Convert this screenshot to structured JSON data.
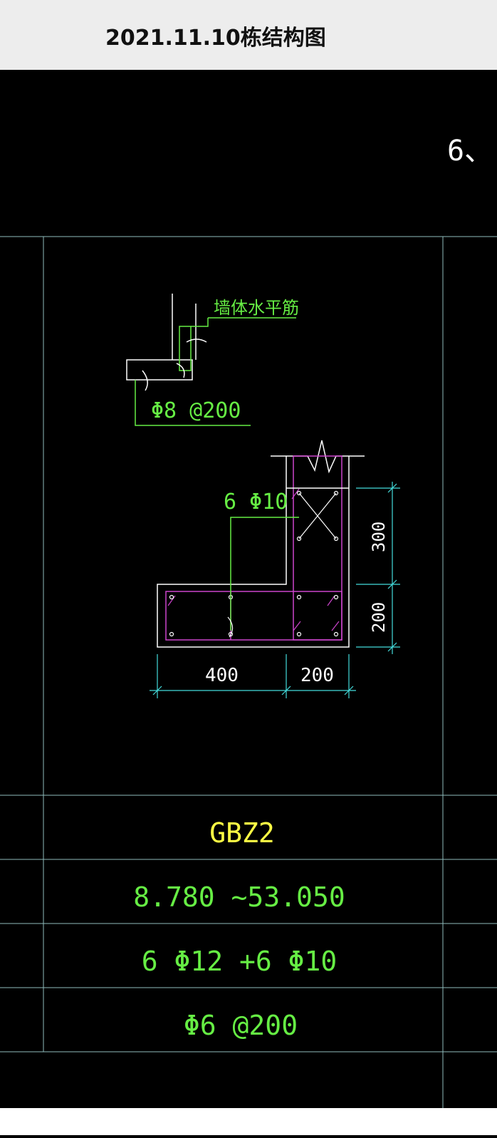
{
  "header": {
    "title": "2021.11.10栋结构图"
  },
  "drawing": {
    "page_label": "6、",
    "wall_rebar_label": "墙体水平筋",
    "tie_label": "Φ8 @200",
    "longitudinal_label": "6 Φ10",
    "dim_300": "300",
    "dim_200_vertical": "200",
    "dim_400": "400",
    "dim_200_horizontal": "200"
  },
  "table": {
    "id": "GBZ2",
    "elevation": "8.780  ~53.050",
    "main_rebar": "6 Φ12 +6 Φ10",
    "stirrup": "Φ6 @200"
  },
  "colors": {
    "background": "#000000",
    "grid": "#8fbcbc",
    "label_green": "#66ee44",
    "label_yellow": "#ffff44",
    "dimension_cyan": "#44dddd",
    "rebar_magenta": "#cc44cc",
    "outline_white": "#ffffff"
  }
}
